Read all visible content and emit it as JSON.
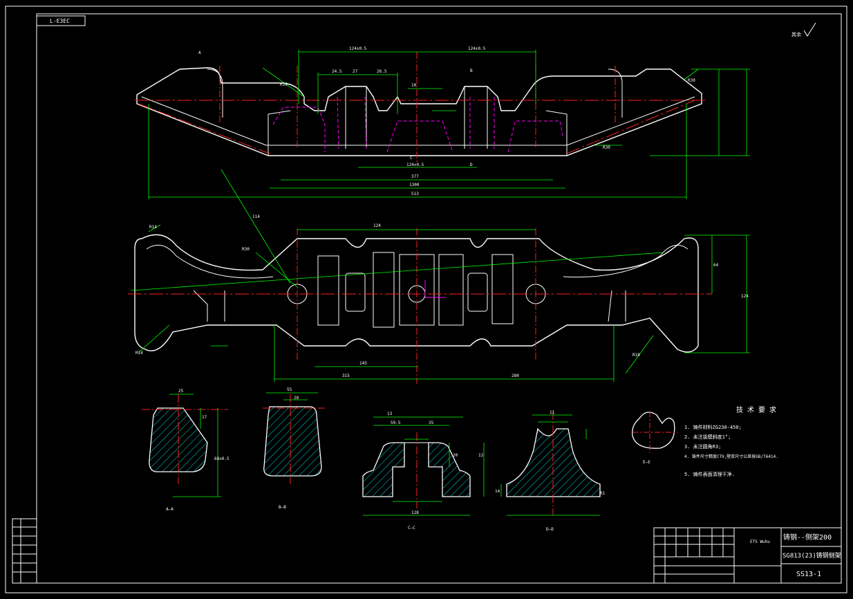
{
  "drawing": {
    "code_box": "L-ЕЗЕС",
    "roughness_mark": "其余",
    "title_block": {
      "line1": "铸钢--侧架200",
      "line2": "SG813(23)铸钢侧架",
      "line3": "SS13-1",
      "company": "ETS Wuhu"
    },
    "notes": {
      "heading": "技 术 要 求",
      "items": [
        "1. 铸件材料ZG230-450;",
        "2. 未注拔模斜度1°;",
        "3. 未注圆角R3;",
        "4. 铸件尺寸精度CT9,壁厚尺寸公差按GB/T6414.",
        "5. 铸件表面清理干净."
      ]
    },
    "dimensions": {
      "top": [
        "124±0.5",
        "124±0.5",
        "24.5",
        "27",
        "26.5",
        "10",
        "124±0.5",
        "377",
        "1300",
        "513",
        "R30",
        "R30",
        "R30"
      ],
      "mid": [
        "124",
        "R14",
        "R30",
        "114",
        "145",
        "315",
        "280",
        "R10",
        "R14",
        "64",
        "124"
      ],
      "sections": [
        "25",
        "17",
        "68±0.5",
        "55",
        "28",
        "13",
        "59.5",
        "35",
        "20",
        "12",
        "11",
        "128",
        "14",
        "R1"
      ]
    },
    "section_labels": [
      "A—A",
      "B—B",
      "C—C",
      "D—D",
      "E—E"
    ],
    "view_labels": [
      "A",
      "B",
      "C",
      "D"
    ]
  }
}
